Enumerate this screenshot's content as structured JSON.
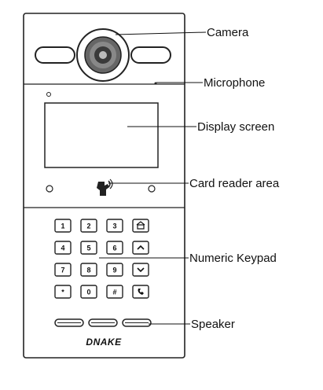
{
  "brand": "DNAKE",
  "labels": {
    "camera": "Camera",
    "microphone": "Microphone",
    "display": "Display screen",
    "card_reader": "Card reader area",
    "keypad": "Numeric Keypad",
    "speaker": "Speaker"
  },
  "keypad": {
    "keys": [
      {
        "text": "1",
        "icon": ""
      },
      {
        "text": "2",
        "icon": ""
      },
      {
        "text": "3",
        "icon": ""
      },
      {
        "text": "",
        "icon": "building-icon"
      },
      {
        "text": "4",
        "icon": ""
      },
      {
        "text": "5",
        "icon": ""
      },
      {
        "text": "6",
        "icon": ""
      },
      {
        "text": "",
        "icon": "chevron-up-icon"
      },
      {
        "text": "7",
        "icon": ""
      },
      {
        "text": "8",
        "icon": ""
      },
      {
        "text": "9",
        "icon": ""
      },
      {
        "text": "",
        "icon": "chevron-down-icon"
      },
      {
        "text": "*",
        "icon": ""
      },
      {
        "text": "0",
        "icon": ""
      },
      {
        "text": "#",
        "icon": ""
      },
      {
        "text": "",
        "icon": "phone-icon"
      }
    ]
  }
}
